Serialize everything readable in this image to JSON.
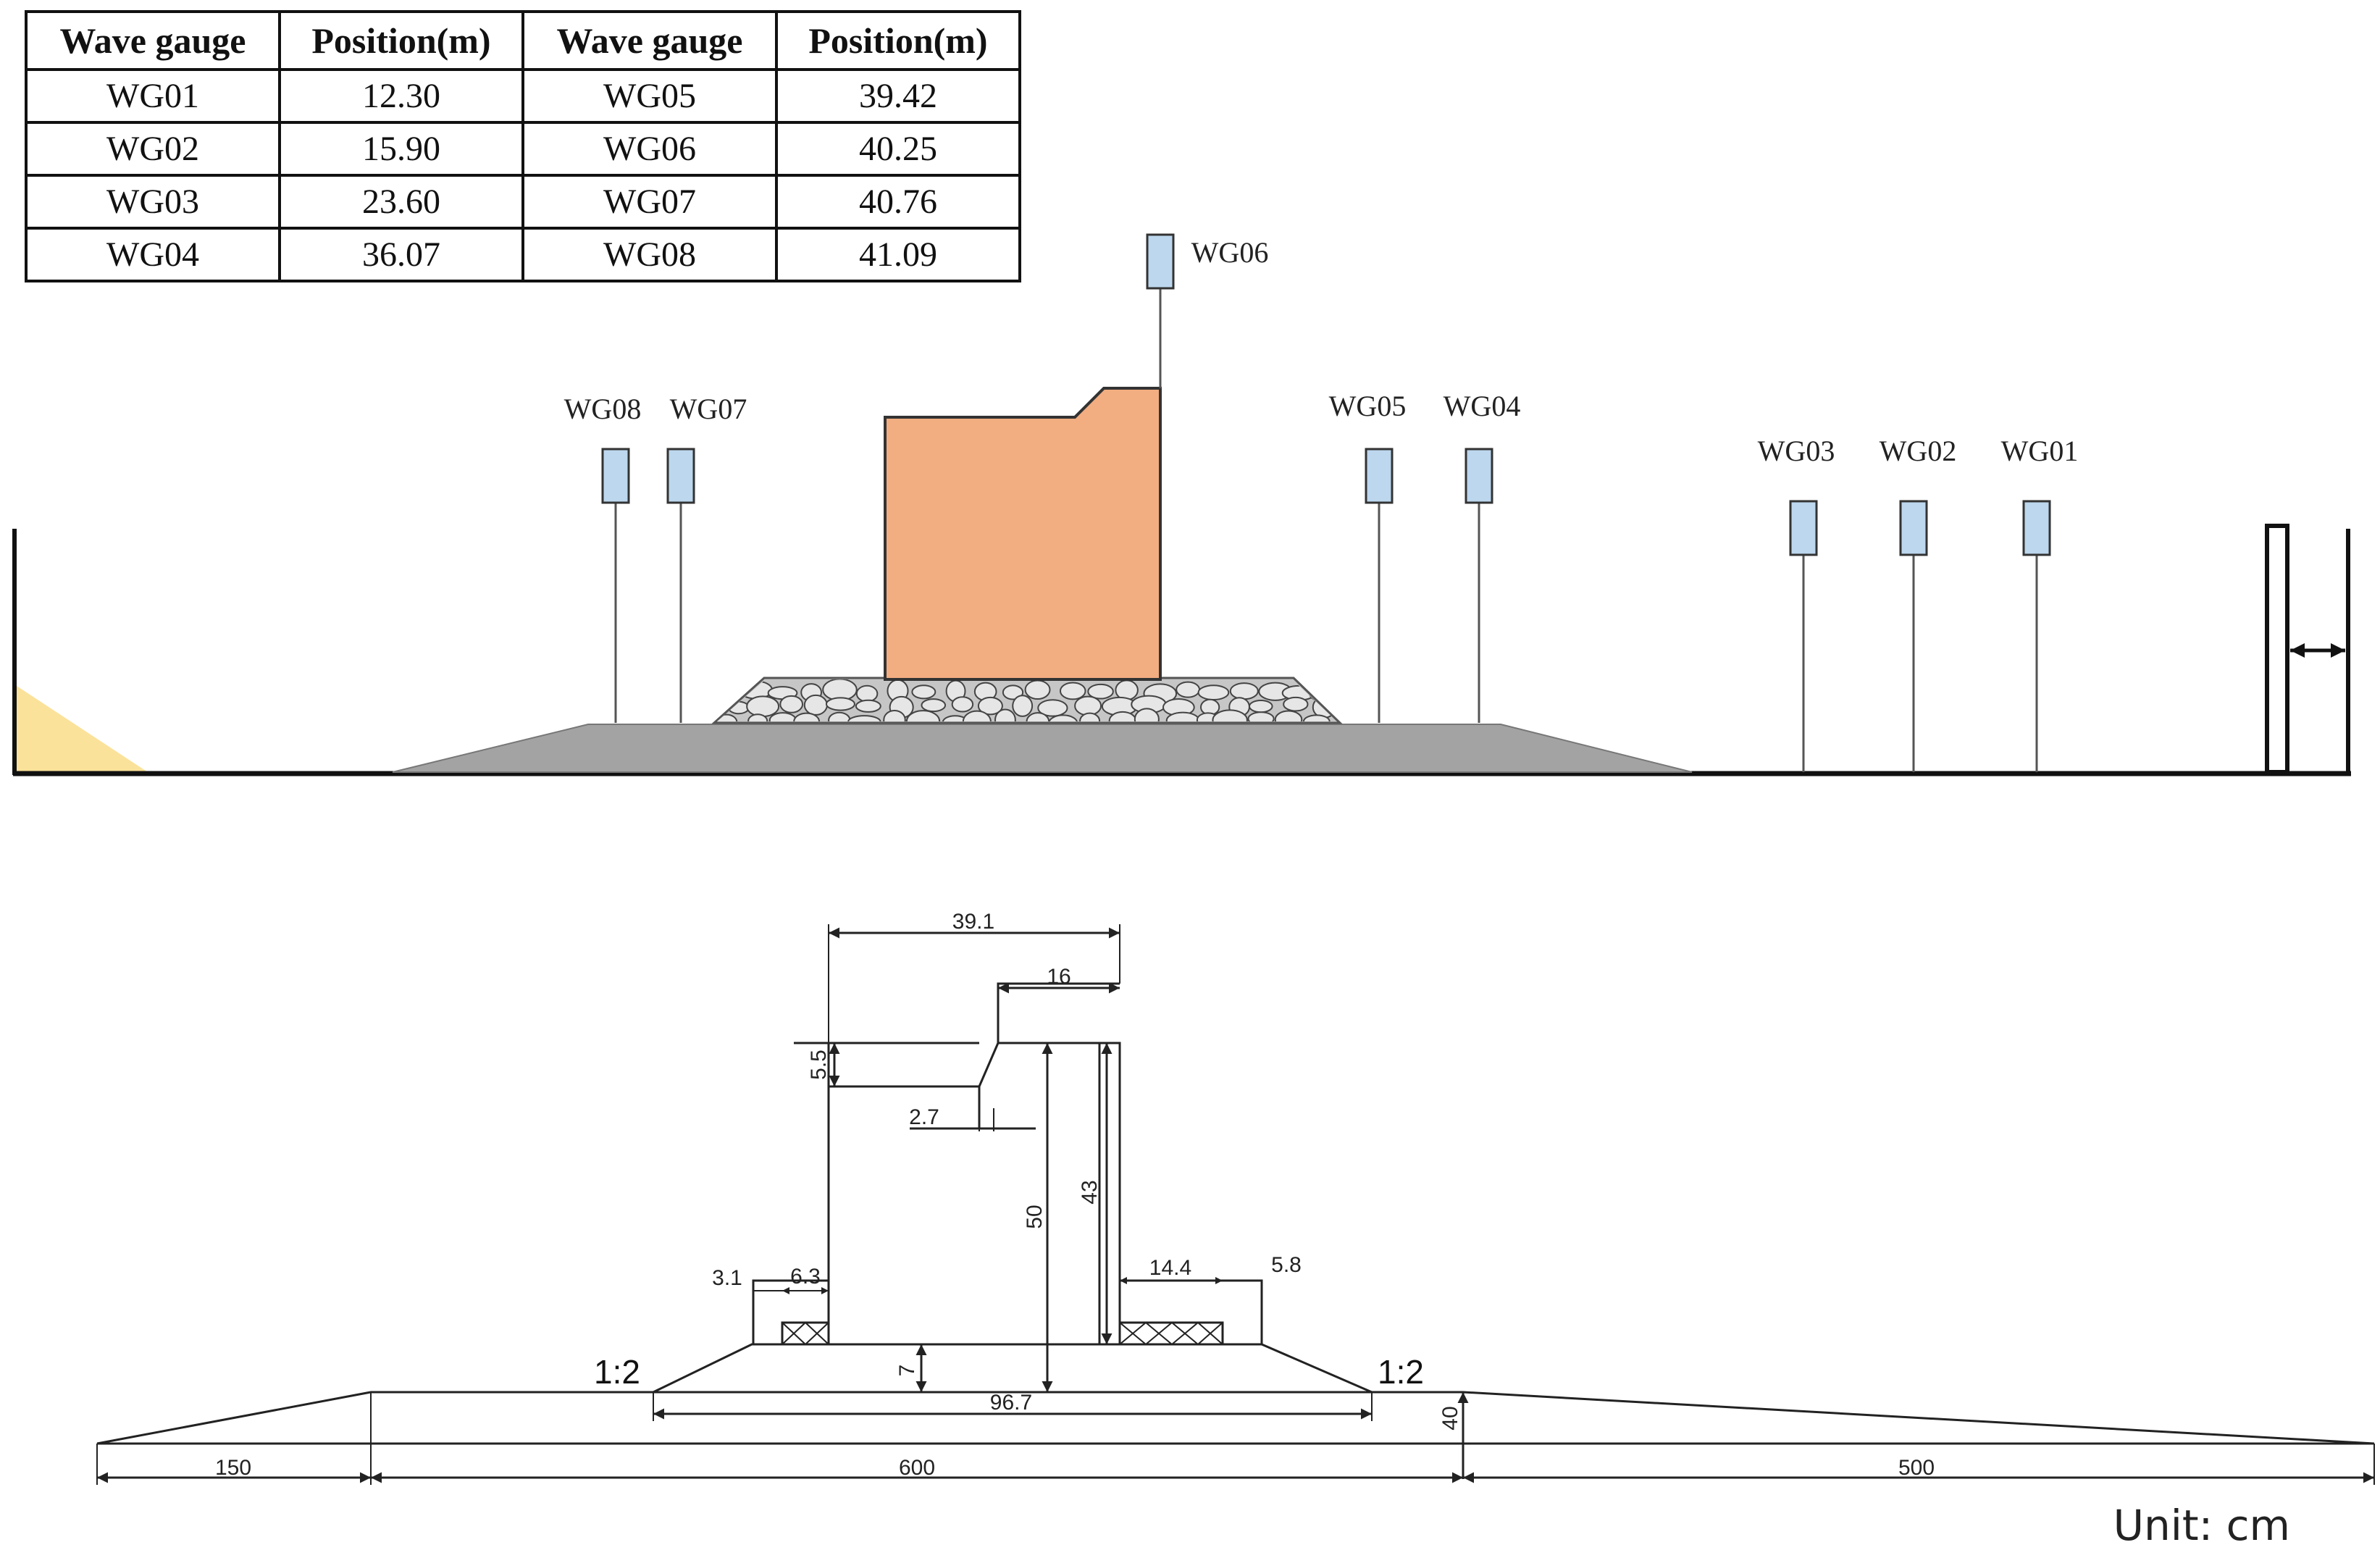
{
  "table": {
    "headers": [
      "Wave gauge",
      "Position(m)",
      "Wave gauge",
      "Position(m)"
    ],
    "rows": [
      [
        "WG01",
        "12.30",
        "WG05",
        "39.42"
      ],
      [
        "WG02",
        "15.90",
        "WG06",
        "40.25"
      ],
      [
        "WG03",
        "23.60",
        "WG07",
        "40.76"
      ],
      [
        "WG04",
        "36.07",
        "WG08",
        "41.09"
      ]
    ]
  },
  "gauges": {
    "wg01": "WG01",
    "wg02": "WG02",
    "wg03": "WG03",
    "wg04": "WG04",
    "wg05": "WG05",
    "wg06": "WG06",
    "wg07": "WG07",
    "wg08": "WG08"
  },
  "dimensions": {
    "top_width": "39.1",
    "crown_width": "16",
    "step_height": "5.5",
    "step_width": "2.7",
    "caisson_height": "50",
    "wall_height": "43",
    "left_berm": "3.1",
    "left_block": "6.3",
    "right_block": "14.4",
    "right_berm": "5.8",
    "mound_height": "7",
    "mound_base": "96.7",
    "bank_height": "40",
    "left_length": "150",
    "middle_length": "600",
    "right_length": "500",
    "slope_left": "1:2",
    "slope_right": "1:2"
  },
  "unit_label": "Unit: cm",
  "colors": {
    "caisson": "#f2ad80",
    "gauge": "#bcd7ee",
    "berm": "#a3a3a3",
    "rubble": "#c6c6c6",
    "beach": "#fbe29a"
  }
}
